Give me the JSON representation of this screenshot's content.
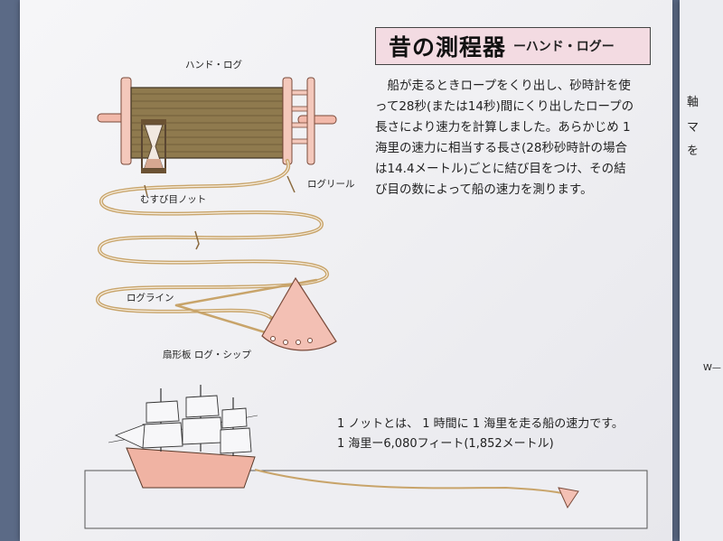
{
  "title": {
    "main": "昔の測程器",
    "sub": "ーハンド・ログー"
  },
  "description": [
    "　船が走るときロープをくり出し、砂時計を使",
    "って28秒(または14秒)間にくり出したロープの",
    "長さにより速力を計算しました。あらかじめ 1",
    "海里の速力に相当する長さ(28秒砂時計の場合",
    "は14.4メートル)ごとに結び目をつけ、その結",
    "び目の数によって船の速力を測ります。"
  ],
  "labels": {
    "hand_log": "ハンド・ログ",
    "log_reel": "ログリール",
    "knot": "むすび目ノット",
    "log_line": "ログライン",
    "log_ship": "扇形板 ログ・シップ"
  },
  "definitions": [
    "1 ノットとは、 1 時間に 1 海里を走る船の速力です。",
    "1 海里ー6,080フィート(1,852メートル)"
  ],
  "side_panel": {
    "line1": "軸",
    "line2": "マ",
    "line3": "を",
    "line4": "W—"
  },
  "colors": {
    "pink": "#f3c0b4",
    "rope": "#c8a46a",
    "reel": "#8a7146"
  }
}
